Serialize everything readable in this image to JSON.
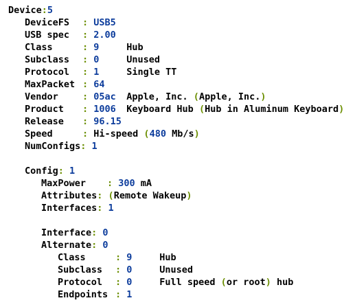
{
  "device": {
    "label": "Device",
    "colon": ":",
    "value": "5"
  },
  "fields": [
    {
      "key": "DeviceFS",
      "value": "USB5"
    },
    {
      "key": "USB spec",
      "value": "2.00"
    },
    {
      "key": "Class",
      "value": "9",
      "desc": "Hub"
    },
    {
      "key": "Subclass",
      "value": "0",
      "desc": "Unused"
    },
    {
      "key": "Protocol",
      "value": "1",
      "desc": "Single TT"
    },
    {
      "key": "MaxPacket",
      "value": "64"
    },
    {
      "key": "Vendor",
      "value": "05ac",
      "desc": "Apple, Inc.",
      "paren": "Apple, Inc."
    },
    {
      "key": "Product",
      "value": "1006",
      "desc": "Keyboard Hub",
      "paren": "Hub in Aluminum Keyboard"
    },
    {
      "key": "Release",
      "value": "96.15"
    },
    {
      "key": "Speed",
      "value": "Hi-speed",
      "paren_num": "480",
      "paren_unit": "Mb/s"
    },
    {
      "key": "NumConfigs",
      "value": "1"
    }
  ],
  "config": {
    "label": "Config",
    "value": "1",
    "fields": [
      {
        "key": "MaxPower",
        "value": "300",
        "unit": "mA"
      },
      {
        "key": "Attributes",
        "paren": "Remote Wakeup"
      },
      {
        "key": "Interfaces",
        "value": "1"
      }
    ]
  },
  "interface": {
    "label": "Interface",
    "value": "0",
    "alternate_label": "Alternate",
    "alternate_value": "0",
    "fields": [
      {
        "key": "Class",
        "value": "9",
        "desc": "Hub"
      },
      {
        "key": "Subclass",
        "value": "0",
        "desc": "Unused"
      },
      {
        "key": "Protocol",
        "value": "0",
        "desc": "Full speed",
        "paren": "or root",
        "tail": "hub"
      },
      {
        "key": "Endpoints",
        "value": "1"
      }
    ]
  },
  "colors": {
    "key_text": "#000000",
    "value_text": "#0c3c9c",
    "separator_text": "#6b8e00",
    "background": "#ffffff"
  }
}
